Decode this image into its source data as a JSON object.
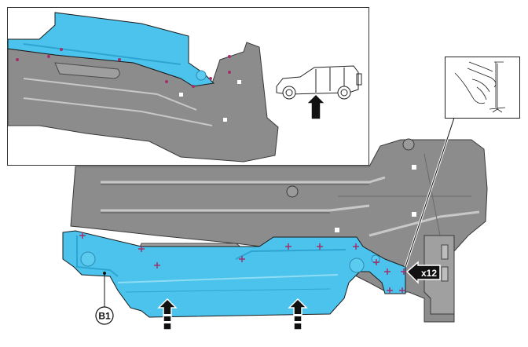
{
  "figure": {
    "type": "service-manual-illustration",
    "subject": "underbody shield removal"
  },
  "callouts": {
    "component_label": "B1",
    "fastener_quantity": "x12"
  },
  "inset_view": {
    "view_direction": "from below (arrow under vehicle side view)"
  },
  "detail_view": {
    "depicts": "hand releasing clip with tool"
  },
  "colors": {
    "highlight_part": "#4cc3ec",
    "highlight_part_dark": "#2ea4d2",
    "body_panel": "#8a8a8a",
    "body_panel_dark": "#6e6e6e",
    "fastener_marker": "#a0306a",
    "outline": "#1a1a1a"
  },
  "icons": {
    "view_arrow": "up-arrow-icon",
    "support_arrow": "up-arrow-striped-icon",
    "quantity_arrow": "left-arrow-icon"
  }
}
